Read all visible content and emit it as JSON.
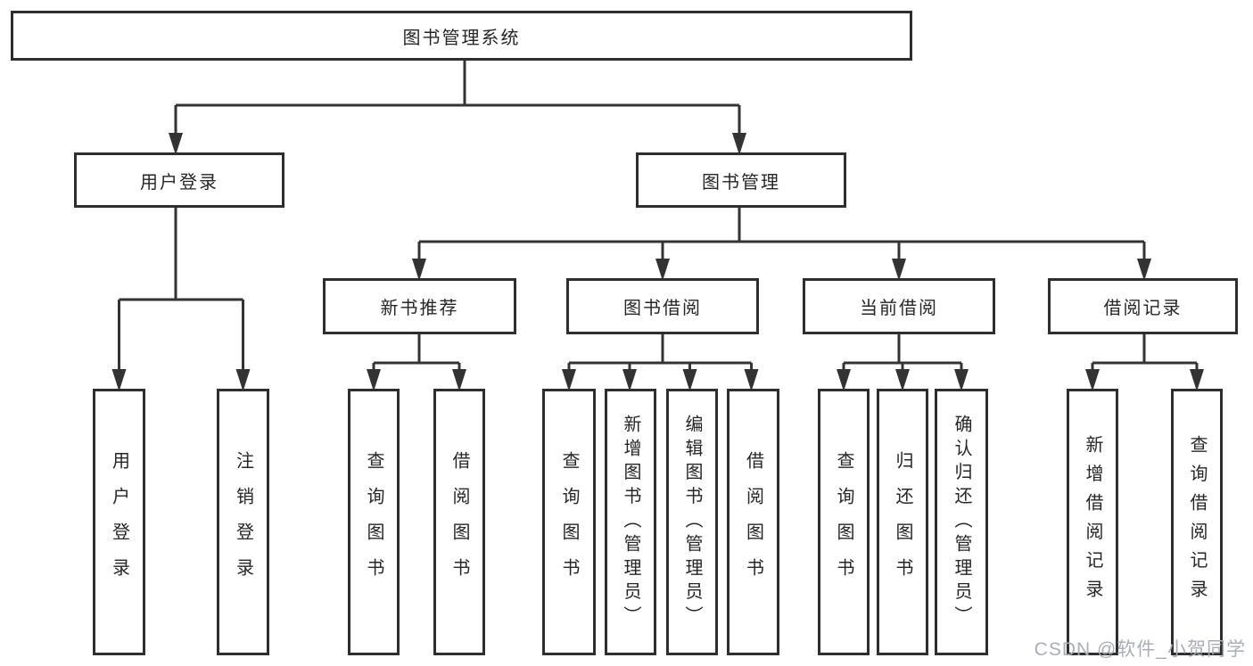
{
  "diagram": {
    "root": {
      "label": "图书管理系统"
    },
    "branches": [
      {
        "label": "用户登录",
        "children": [
          {
            "label": "用户登录"
          },
          {
            "label": "注销登录"
          }
        ]
      },
      {
        "label": "图书管理",
        "children": [
          {
            "label": "新书推荐",
            "children": [
              {
                "label": "查询图书"
              },
              {
                "label": "借阅图书"
              }
            ]
          },
          {
            "label": "图书借阅",
            "children": [
              {
                "label": "查询图书"
              },
              {
                "label": "新增图书（管理员）"
              },
              {
                "label": "编辑图书（管理员）"
              },
              {
                "label": "借阅图书"
              }
            ]
          },
          {
            "label": "当前借阅",
            "children": [
              {
                "label": "查询图书"
              },
              {
                "label": "归还图书"
              },
              {
                "label": "确认归还（管理员）"
              }
            ]
          },
          {
            "label": "借阅记录",
            "children": [
              {
                "label": "新增借阅记录"
              },
              {
                "label": "查询借阅记录"
              }
            ]
          }
        ]
      }
    ]
  },
  "watermark": {
    "text": "CSDN @软件_小贺同学"
  },
  "colors": {
    "line": "#333333",
    "border": "#2e2e2e",
    "text": "#262626",
    "watermark": "#a9aeb6",
    "background": "#ffffff"
  }
}
